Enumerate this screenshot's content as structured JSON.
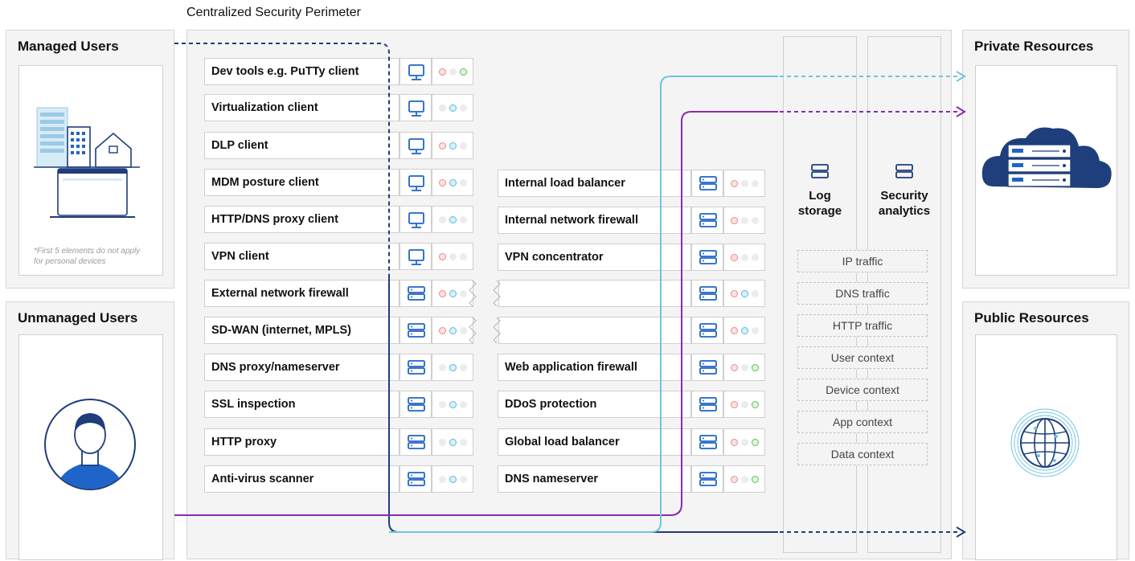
{
  "perimeter_title": "Centralized Security Perimeter",
  "managed_users": {
    "title": "Managed Users",
    "note_line1": "*First 5 elements do not apply",
    "note_line2": "for personal devices"
  },
  "unmanaged_users": {
    "title": "Unmanaged Users"
  },
  "private_resources": {
    "title": "Private Resources"
  },
  "public_resources": {
    "title": "Public Resources"
  },
  "columns": {
    "log_storage": {
      "line1": "Log",
      "line2": "storage"
    },
    "security_analytics": {
      "line1": "Security",
      "line2": "analytics"
    }
  },
  "left_components": [
    {
      "label": "Dev tools e.g. PuTTy client",
      "icon": "monitor-icon",
      "dots": [
        "red",
        "off",
        "green"
      ]
    },
    {
      "label": "Virtualization client",
      "icon": "monitor-icon",
      "dots": [
        "off",
        "blue",
        "off"
      ]
    },
    {
      "label": "DLP client",
      "icon": "monitor-icon",
      "dots": [
        "red",
        "blue",
        "off"
      ]
    },
    {
      "label": "MDM posture client",
      "icon": "monitor-icon",
      "dots": [
        "red",
        "blue",
        "off"
      ]
    },
    {
      "label": "HTTP/DNS proxy client",
      "icon": "monitor-icon",
      "dots": [
        "off",
        "blue",
        "off"
      ]
    },
    {
      "label": "VPN client",
      "icon": "monitor-icon",
      "dots": [
        "red",
        "off",
        "off"
      ]
    },
    {
      "label": "External network firewall",
      "icon": "server-icon",
      "dots": [
        "red",
        "blue",
        "off"
      ]
    },
    {
      "label": "SD-WAN (internet, MPLS)",
      "icon": "server-icon",
      "dots": [
        "red",
        "blue",
        "off"
      ]
    },
    {
      "label": "DNS proxy/nameserver",
      "icon": "server-icon",
      "dots": [
        "off",
        "blue",
        "off"
      ]
    },
    {
      "label": "SSL inspection",
      "icon": "server-icon",
      "dots": [
        "off",
        "blue",
        "off"
      ]
    },
    {
      "label": "HTTP proxy",
      "icon": "server-icon",
      "dots": [
        "off",
        "blue",
        "off"
      ]
    },
    {
      "label": "Anti-virus scanner",
      "icon": "server-icon",
      "dots": [
        "off",
        "blue",
        "off"
      ]
    }
  ],
  "right_components": [
    {
      "label": "Internal load balancer",
      "icon": "server-icon",
      "dots": [
        "red",
        "off",
        "off"
      ]
    },
    {
      "label": "Internal network firewall",
      "icon": "server-icon",
      "dots": [
        "red",
        "off",
        "off"
      ]
    },
    {
      "label": "VPN concentrator",
      "icon": "server-icon",
      "dots": [
        "red",
        "off",
        "off"
      ]
    },
    {
      "label": "",
      "icon": "server-icon",
      "dots": [
        "red",
        "blue",
        "off"
      ]
    },
    {
      "label": "",
      "icon": "server-icon",
      "dots": [
        "red",
        "blue",
        "off"
      ]
    },
    {
      "label": "Web application firewall",
      "icon": "server-icon",
      "dots": [
        "red",
        "off",
        "green"
      ]
    },
    {
      "label": "DDoS protection",
      "icon": "server-icon",
      "dots": [
        "red",
        "off",
        "green"
      ]
    },
    {
      "label": "Global load balancer",
      "icon": "server-icon",
      "dots": [
        "red",
        "off",
        "green"
      ]
    },
    {
      "label": "DNS nameserver",
      "icon": "server-icon",
      "dots": [
        "red",
        "off",
        "green"
      ]
    }
  ],
  "traffic_types": [
    "IP traffic",
    "DNS traffic",
    "HTTP traffic",
    "User context",
    "Device context",
    "App context",
    "Data context"
  ],
  "colors": {
    "navy": "#1f3d7a",
    "blue_icon": "#1f64c8",
    "light_blue": "#6ec4e0",
    "purple": "#8a2bb0",
    "cloud": "#1e3f7c"
  }
}
